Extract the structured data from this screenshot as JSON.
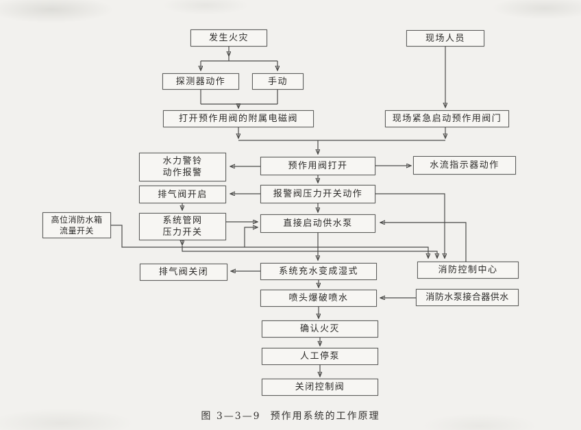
{
  "figure": {
    "caption_label": "图 3—3—9",
    "caption_title": "预作用系统的工作原理"
  },
  "colors": {
    "background": "#f2f1ee",
    "box_fill": "#f7f6f3",
    "box_border": "#5e5e5c",
    "line": "#4a4a48",
    "text": "#2b2a28"
  },
  "nodes": {
    "fire_occurs": {
      "label": "发生火灾"
    },
    "onsite_personnel": {
      "label": "现场人员"
    },
    "detector_action": {
      "label": "探测器动作"
    },
    "manual_action": {
      "label": "手动"
    },
    "open_solenoid": {
      "label": "打开预作用阀的附属电磁阀"
    },
    "onsite_emergency_open": {
      "label": "现场紧急启动预作用阀门"
    },
    "preaction_valve_open": {
      "label": "预作用阀打开"
    },
    "hydraulic_bell": {
      "lines": [
        "水力警铃",
        "动作报警"
      ]
    },
    "waterflow_indicator": {
      "label": "水流指示器动作"
    },
    "alarm_pressure_switch": {
      "label": "报警阀压力开关动作"
    },
    "exhaust_valve_open": {
      "label": "排气阀开启"
    },
    "pipe_pressure_switch": {
      "lines": [
        "系统管网",
        "压力开关"
      ]
    },
    "high_tank_flow_switch": {
      "lines": [
        "高位消防水箱",
        "流量开关"
      ]
    },
    "direct_start_pump": {
      "label": "直接启动供水泵"
    },
    "fire_control_center": {
      "label": "消防控制中心"
    },
    "exhaust_valve_closed": {
      "label": "排气阀关闭"
    },
    "system_fills_wet": {
      "label": "系统充水变成湿式"
    },
    "sprinkler_spray": {
      "label": "喷头爆破喷水"
    },
    "pump_coupler_supply": {
      "label": "消防水泵接合器供水"
    },
    "confirm_fire_out": {
      "label": "确认火灭"
    },
    "manual_stop_pump": {
      "label": "人工停泵"
    },
    "close_control_valve": {
      "label": "关闭控制阀"
    }
  }
}
